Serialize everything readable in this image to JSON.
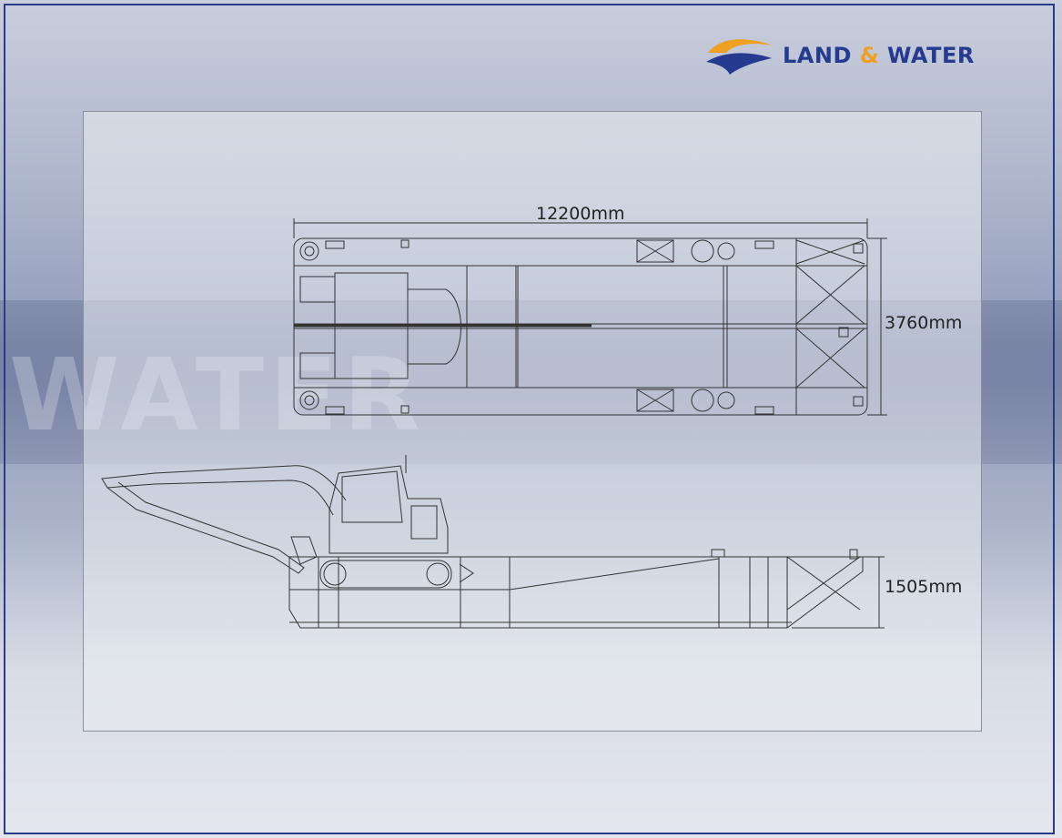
{
  "brand": {
    "name_part1": "LAND",
    "ampersand": "&",
    "name_part2": "WATER",
    "primary_color": "#243b8f",
    "accent_color": "#f0a020"
  },
  "background_text": "WATER",
  "dimensions": {
    "length": "12200mm",
    "width": "3760mm",
    "height": "1505mm"
  }
}
